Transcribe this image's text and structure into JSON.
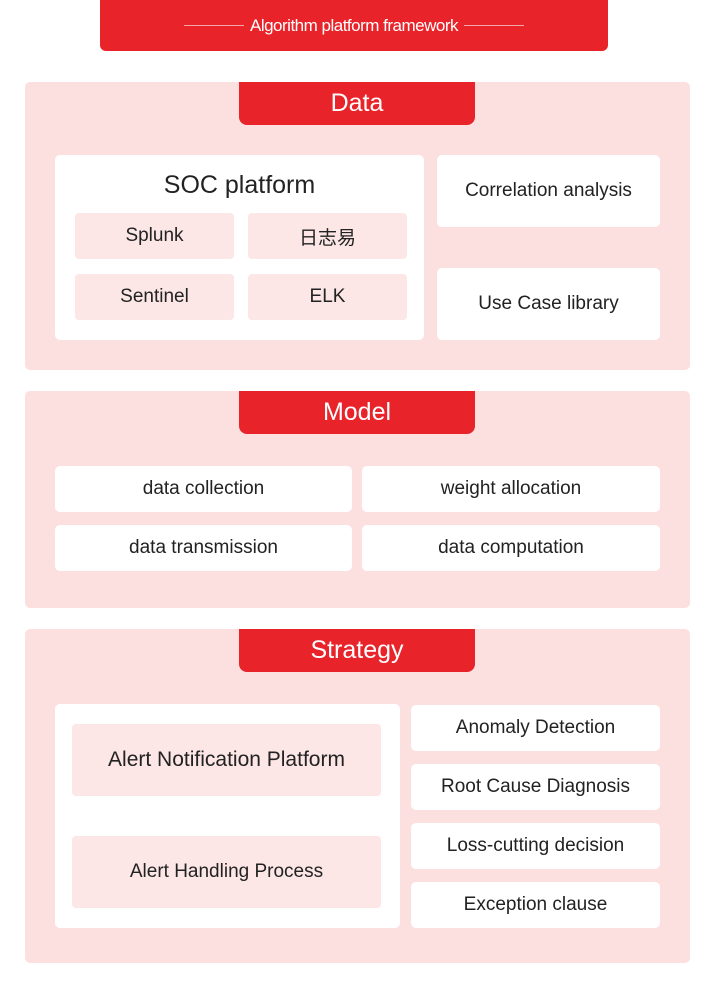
{
  "header": {
    "title": "Algorithm platform framework"
  },
  "data_section": {
    "title": "Data",
    "soc_title": "SOC platform",
    "soc_tools": [
      "Splunk",
      "日志易",
      "Sentinel",
      "ELK"
    ],
    "side": [
      "Correlation analysis",
      "Use Case library"
    ]
  },
  "model_section": {
    "title": "Model",
    "items": [
      "data collection",
      "weight allocation",
      "data transmission",
      "data computation"
    ]
  },
  "strategy_section": {
    "title": "Strategy",
    "left": [
      "Alert Notification Platform",
      "Alert Handling Process"
    ],
    "right": [
      "Anomaly Detection",
      "Root Cause Diagnosis",
      "Loss-cutting decision",
      "Exception clause"
    ]
  }
}
